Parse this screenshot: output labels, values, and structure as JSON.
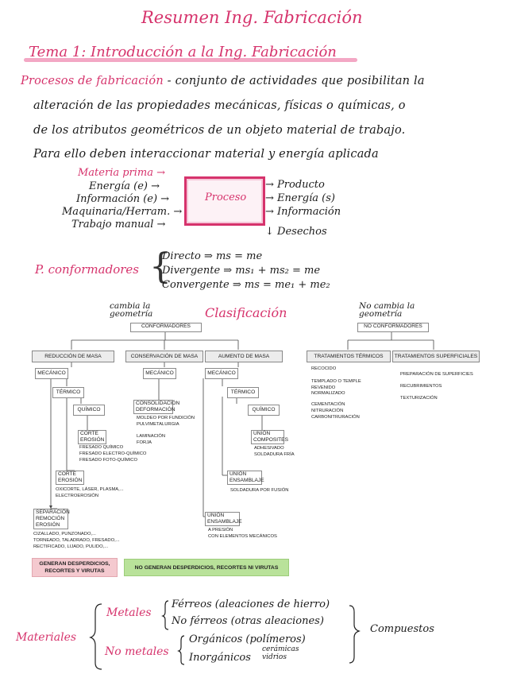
{
  "title": "Resumen Ing. Fabricación",
  "topic": "Tema 1: Introducción a la Ing. Fabricación",
  "intro": {
    "term": "Procesos de fabricación",
    "line1_rest": " - conjunto de actividades que posibilitan la",
    "line2": "alteración de las propiedades mecánicas, físicas o químicas, o",
    "line3": "de los atributos geométricos de un objeto material de trabajo.",
    "line4": "Para ello deben interaccionar material y energía aplicada"
  },
  "process": {
    "inputs": [
      "Materia prima →",
      "Energía (e) →",
      "Información (e) →",
      "Maquinaria/Herram. →",
      "Trabajo manual →"
    ],
    "center": "Proceso",
    "outputs": [
      "→ Producto",
      "→ Energía (s)",
      "→ Información"
    ],
    "waste": "↓ Desechos"
  },
  "conformadores": {
    "label": "P. conformadores",
    "lines": [
      "Directo ⇒ ms = me",
      "Divergente ⇒ ms₁ + ms₂ = me",
      "Convergente ⇒ ms = me₁ + me₂"
    ]
  },
  "classification": {
    "heading": "Clasificación",
    "note_left": "cambia la geometría",
    "note_right": "No cambia la geometría",
    "conformadores": "CONFORMADORES",
    "no_conformadores": "NO CONFORMADORES",
    "reduccion": "REDUCCIÓN DE MASA",
    "conservacion": "CONSERVACIÓN DE MASA",
    "aumento": "AUMENTO DE MASA",
    "tt": "TRATAMIENTOS TÉRMICOS",
    "ts": "TRATAMIENTOS SUPERFICIALES",
    "mecanico": "MECÁNICO",
    "termico": "TÉRMICO",
    "quimico": "QUÍMICO",
    "corte_erosion": [
      "CORTE",
      "EROSIÓN"
    ],
    "quimico_list": [
      "FRESADO QUÍMICO",
      "FRESADO ELECTRO-QUÍMICO",
      "FRESADO FOTO-QUÍMICO"
    ],
    "termico_list": [
      "OXICORTE, LÁSER, PLASMA,...",
      "ELECTROEROSIÓN"
    ],
    "separacion": [
      "SEPARACIÓN",
      "REMOCIÓN",
      "EROSIÓN"
    ],
    "mecanico_list": [
      "CIZALLADO, PUNZONADO,...",
      "TORNEADO, TALADRADO, FRESADO,...",
      "RECTIFICADO, LIJADO, PULIDO,..."
    ],
    "consolidacion": [
      "CONSOLIDACIÓN",
      "DEFORMACIÓN"
    ],
    "consolidacion_list": [
      "MOLDEO POR FUNDICIÓN",
      "PULVIMETALURGIA"
    ],
    "laminacion_list": [
      "LAMINACIÓN",
      "FORJA"
    ],
    "union_composites": [
      "UNIÓN",
      "COMPOSITES"
    ],
    "union_composites_list": [
      "ADHESIVADO",
      "SOLDADURA FRÍA"
    ],
    "union_ensamblaje": [
      "UNIÓN",
      "ENSAMBLAJE"
    ],
    "fusion_list": [
      "SOLDADURA POR FUSIÓN"
    ],
    "presion_list": [
      "A PRESIÓN",
      "CON ELEMENTOS MECÁNICOS"
    ],
    "tt_list": [
      "RECOCIDO",
      "TEMPLADO O TEMPLE",
      "REVENIDO",
      "NORMALIZADO",
      "CEMENTACIÓN",
      "NITRURACIÓN",
      "CARBONITRURACIÓN"
    ],
    "ts_list": [
      "PREPARACIÓN DE SUPERFICIES",
      "RECUBRIMIENTOS",
      "TEXTURIZACIÓN"
    ],
    "footer_waste": [
      "GENERAN DESPERDICIOS,",
      "RECORTES Y VIRUTAS"
    ],
    "footer_nowaste": "NO GENERAN DESPERDICIOS, RECORTES NI VIRUTAS",
    "colors": {
      "waste": "#f4c9cf",
      "nowaste": "#b9e29a",
      "accent": "#d6336c"
    }
  },
  "materials": {
    "label": "Materiales",
    "metales": "Metales",
    "no_metales": "No metales",
    "ferreos": "Férreos (aleaciones de hierro)",
    "no_ferreos": "No férreos (otras aleaciones)",
    "organicos": "Orgánicos (polímeros)",
    "inorganicos": "Inorgánicos",
    "inorg_detail": [
      "cerámicas",
      "vidrios"
    ],
    "compuestos": "Compuestos"
  }
}
